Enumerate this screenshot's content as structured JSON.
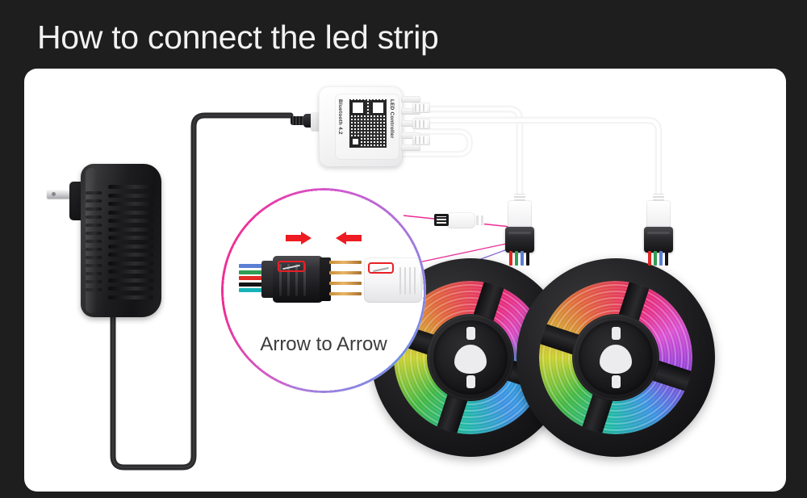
{
  "page": {
    "title": "How to connect the led strip",
    "background_color": "#1e1e1e",
    "card_color": "#ffffff"
  },
  "diagram": {
    "power_adapter": {
      "name": "US wall power adapter",
      "color": "#1a1a1c"
    },
    "controller": {
      "label_left": "Bluetooth 4.2",
      "label_right": "LED Controller",
      "qr_code": "qr-code",
      "body_color": "#ffffff"
    },
    "magnifier": {
      "caption": "Arrow to Arrow",
      "arrow_color": "#ee1b22",
      "ring_colors": [
        "#ee2c92",
        "#9a7fe0",
        "#6f8fe8"
      ],
      "left_connector": "black 4-pin male connector",
      "right_connector": "white 4-pin female connector",
      "wire_colors": [
        "#5b7fd4",
        "#2f9e53",
        "#e02a24",
        "#141416",
        "#17b3b8"
      ]
    },
    "reels": [
      {
        "name": "led-strip-reel-left",
        "segments": [
          "#e0603a",
          "#e8256e",
          "#c9cf2e",
          "#3fb63f",
          "#1fb8a6",
          "#2aa5e0"
        ]
      },
      {
        "name": "led-strip-reel-right",
        "segments": [
          "#e0603a",
          "#e8256e",
          "#c9cf2e",
          "#3fb63f",
          "#1fb8a6",
          "#8a3fd8"
        ]
      }
    ],
    "strip_connectors": [
      {
        "name": "strip-connector-left",
        "wire_colors": [
          "#e02a24",
          "#2f9e53",
          "#5b7fd4",
          "#141416"
        ]
      },
      {
        "name": "strip-connector-right",
        "wire_colors": [
          "#e02a24",
          "#2f9e53",
          "#5b7fd4",
          "#141416"
        ]
      }
    ],
    "cables": {
      "power_cable_color": "#2b2b2d",
      "output_cable_color": "#fafafa"
    },
    "splitter": {
      "name": "led-strip-splitter-connector"
    }
  }
}
